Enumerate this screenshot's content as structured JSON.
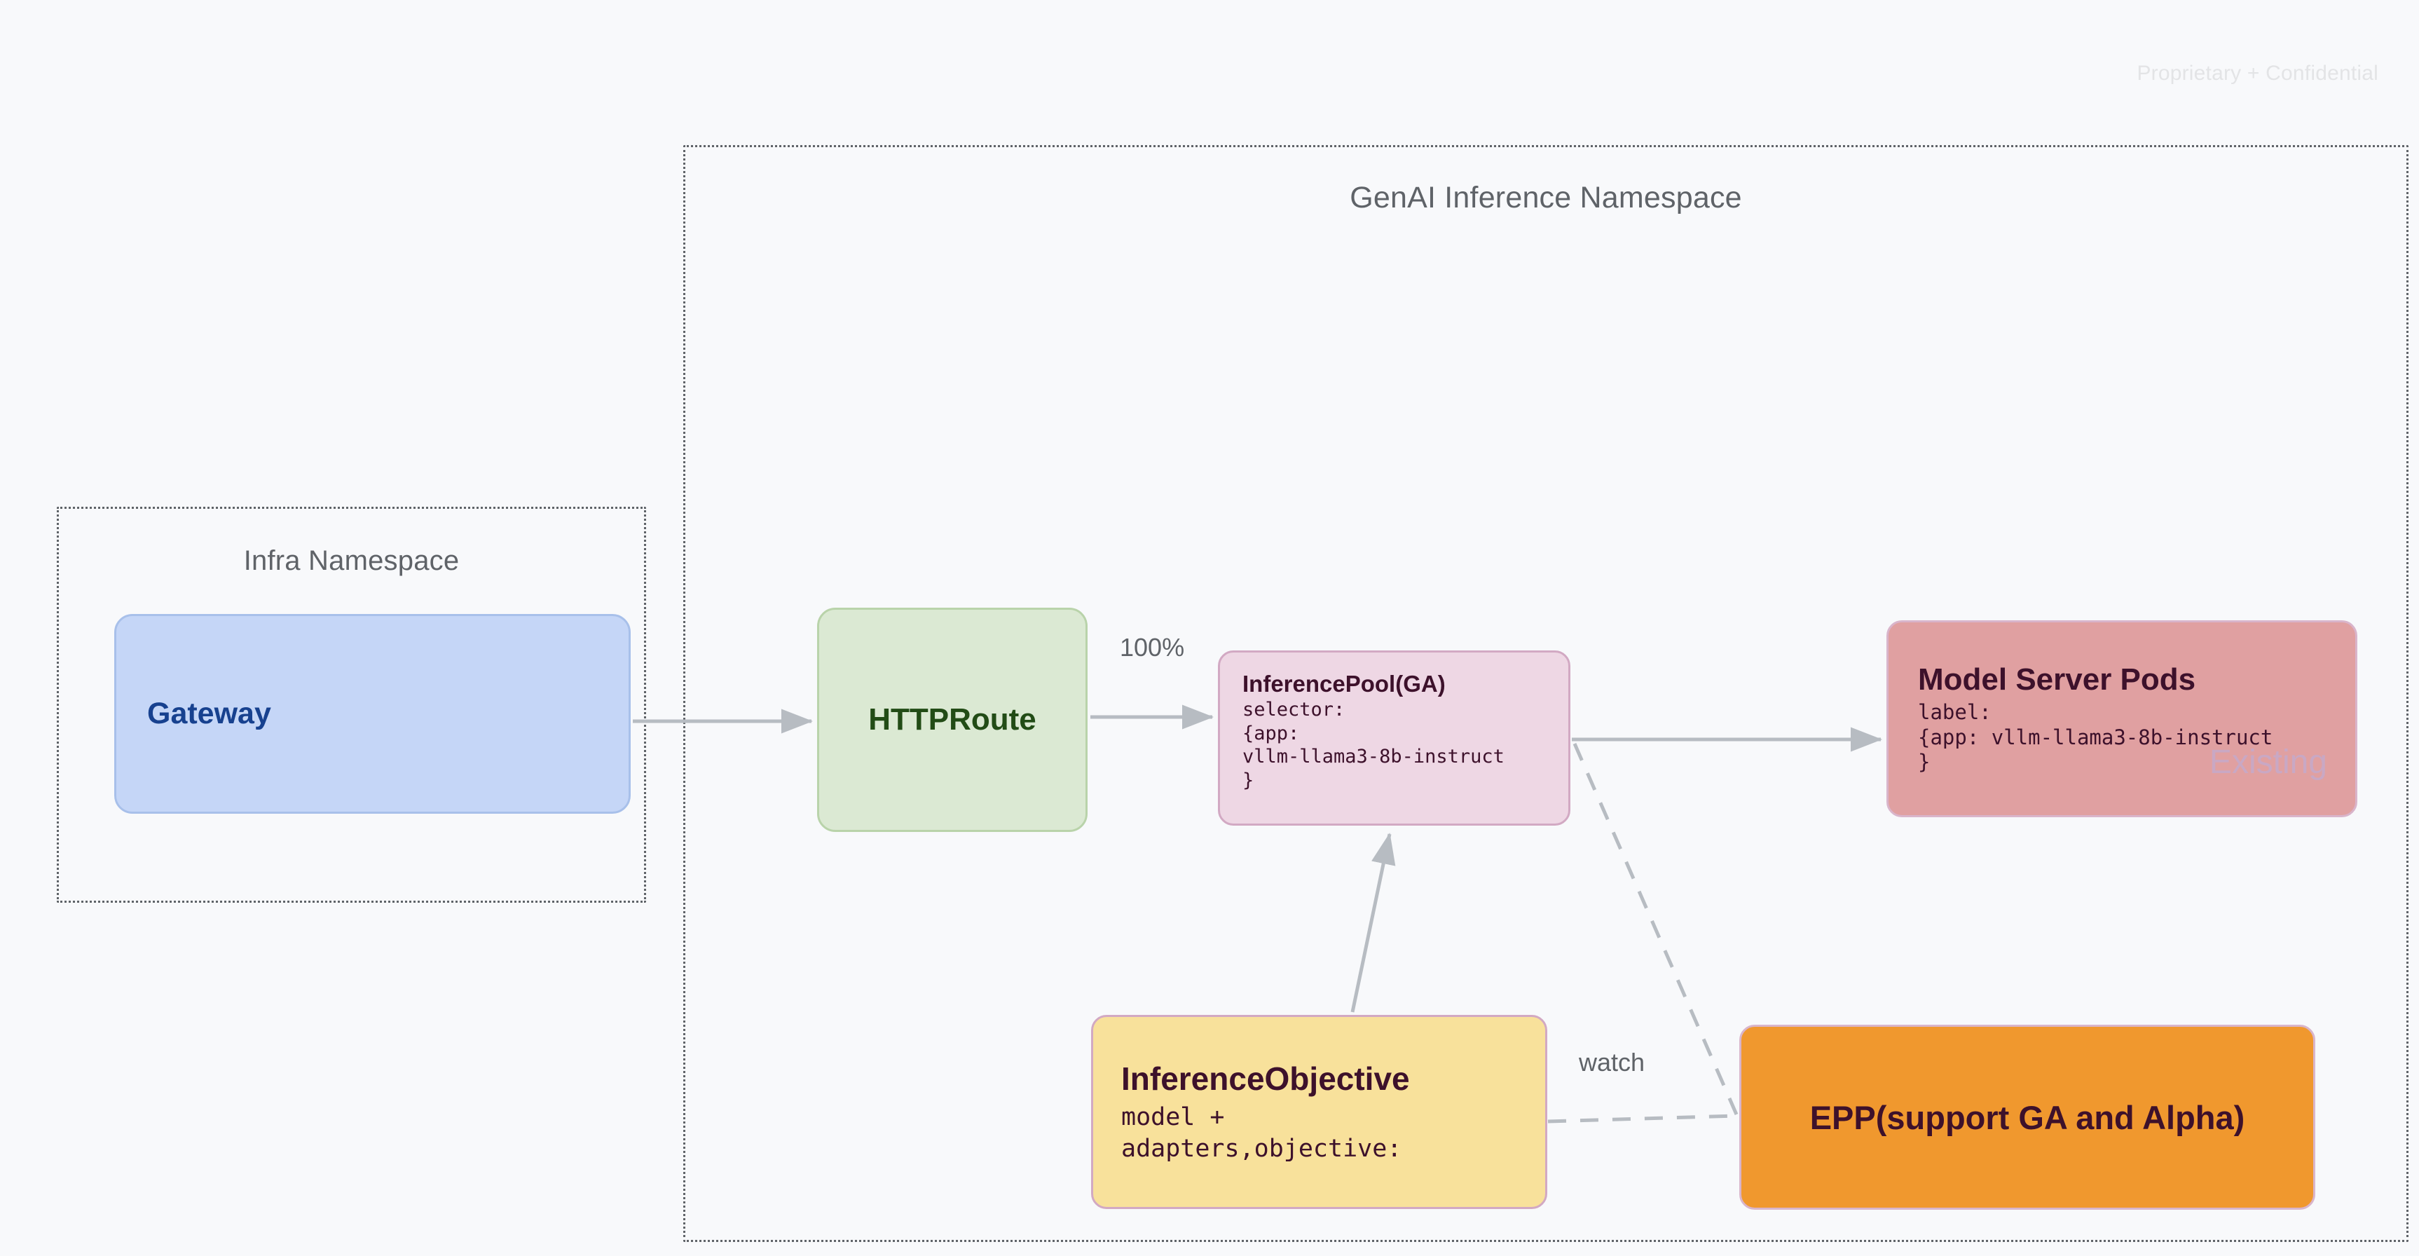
{
  "page": {
    "confidential_notice": "Proprietary + Confidential",
    "background_color": "#f8f9fb"
  },
  "namespaces": [
    {
      "id": "genai",
      "title": "GenAI Inference Namespace",
      "border_style": "dotted",
      "border_color": "#5f6368"
    },
    {
      "id": "infra",
      "title": "Infra Namespace",
      "border_style": "dotted",
      "border_color": "#5f6368"
    }
  ],
  "nodes": {
    "gateway": {
      "title": "Gateway",
      "fill": "#c5d6f7",
      "stroke": "#a8c0ea",
      "text_color": "#17418f"
    },
    "httproute": {
      "title": "HTTPRoute",
      "fill": "#dbe9d3",
      "stroke": "#b9d3aa",
      "text_color": "#224c16"
    },
    "inference_pool": {
      "title": "InferencePool(GA)",
      "body": "selector:\n{app:\nvllm-llama3-8b-instruct\n}",
      "fill": "#eed7e4",
      "stroke": "#d2a9c3",
      "text_color": "#3d112b"
    },
    "model_server_pods": {
      "title": "Model Server Pods",
      "body": "label:\n{app: vllm-llama3-8b-instruct\n}",
      "watermark": "Existing",
      "fill": "#e0a0a1",
      "stroke": "#d9b5cb",
      "text_color": "#3d112b",
      "watermark_color": "#c9a8c4"
    },
    "inference_objective": {
      "title": "InferenceObjective",
      "body": "model +\nadapters,objective:",
      "fill": "#f8e19b",
      "stroke": "#d2a9c3",
      "text_color": "#3d112b"
    },
    "epp": {
      "title": "EPP(support GA and Alpha)",
      "fill": "#f0982e",
      "stroke": "#d9b5cb",
      "text_color": "#3d112b"
    }
  },
  "edges": [
    {
      "id": "gateway-to-httproute",
      "from": "gateway",
      "to": "httproute",
      "label": "",
      "style": "solid",
      "arrow": true
    },
    {
      "id": "httproute-to-pool",
      "from": "httproute",
      "to": "inference_pool",
      "label": "100%",
      "style": "solid",
      "arrow": true
    },
    {
      "id": "pool-to-pods",
      "from": "inference_pool",
      "to": "model_server_pods",
      "label": "",
      "style": "solid",
      "arrow": true
    },
    {
      "id": "objective-to-pool",
      "from": "inference_objective",
      "to": "inference_pool",
      "label": "",
      "style": "solid",
      "arrow": true
    },
    {
      "id": "epp-watch-pool",
      "from": "epp",
      "to": "inference_pool",
      "label": "watch",
      "style": "dashed",
      "arrow": false
    },
    {
      "id": "epp-watch-objective",
      "from": "epp",
      "to": "inference_objective",
      "label": "",
      "style": "dashed",
      "arrow": false
    }
  ],
  "edge_labels": {
    "traffic_weight": "100%",
    "watch": "watch"
  },
  "colors": {
    "edge_stroke": "#b7bcc2",
    "namespace_border": "#5f6368",
    "namespace_title": "#5f6368",
    "confidential_text": "#e3e4e6"
  }
}
